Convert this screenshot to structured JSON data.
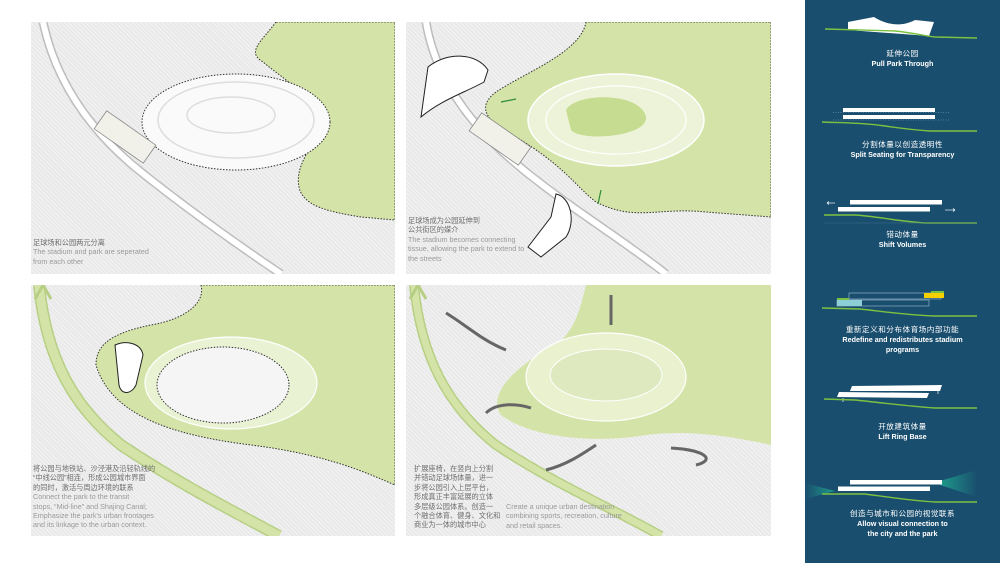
{
  "panels": [
    {
      "id": "p1",
      "caption_zh": "足球场和公园两元分离",
      "caption_en_lines": [
        "The stadium and park are seperated",
        "from each other"
      ]
    },
    {
      "id": "p2",
      "caption_zh_lines": [
        "足球场成为公园延伸到",
        "公共街区的媒介"
      ],
      "caption_en_lines": [
        "The stadium becomes connecting",
        "tissue, allowing  the park to extend to",
        "the streets"
      ]
    },
    {
      "id": "p3",
      "caption_zh_lines": [
        "将公园与地铁站、沙泾港及沿轻轨线的",
        "“中线公园”相连，形成公园城市界面",
        "的同时，激活与周边环境的联系"
      ],
      "caption_en_lines": [
        "Connect the park to the transit",
        "stops, “Mid-line” and Shajing Canal;",
        "Emphasize the park's urban frontages",
        "and its linkage to the urban context."
      ]
    },
    {
      "id": "p4",
      "caption_zh_lines": [
        "扩展座椅，在竖向上分割",
        "并错动足球场体量，进一",
        "步将公园引入上层平台，",
        "形成真正丰富延展的立体",
        "多层级公园体系。创造一",
        "个融合体育、健身、文化和",
        "商业为一体的城市中心"
      ],
      "caption_en_lines": [
        "Create a unique urban destination",
        "combining sports, recreation, culture",
        "and retail spaces."
      ]
    }
  ],
  "sidebar": {
    "background": "#1a4e6e",
    "items": [
      {
        "icon": "pull-park-diagram",
        "zh": "延伸公园",
        "en_lines": [
          "Pull Park Through"
        ]
      },
      {
        "icon": "split-seating-diagram",
        "zh": "分割体量以创造透明性",
        "en_lines": [
          "Split Seating for Transparency"
        ]
      },
      {
        "icon": "shift-volumes-diagram",
        "zh": "错动体量",
        "en_lines": [
          "Shift Volumes"
        ]
      },
      {
        "icon": "redefine-programs-diagram",
        "zh": "重新定义和分布体育场内部功能",
        "en_lines": [
          "Redefine and redistributes stadium",
          "programs"
        ]
      },
      {
        "icon": "lift-ring-diagram",
        "zh": "开放建筑体量",
        "en_lines": [
          "Lift Ring Base"
        ]
      },
      {
        "icon": "visual-connection-diagram",
        "zh": "创造与城市和公园的视觉联系",
        "en_lines": [
          "Allow visual connection to",
          "the city and the park"
        ]
      }
    ]
  },
  "colors": {
    "park_green": "#d4e4a8",
    "line_green": "#7cc242",
    "accent_yellow": "#f5d000",
    "accent_teal": "#1fa38f",
    "panel_gray": "#e9e9e9"
  }
}
